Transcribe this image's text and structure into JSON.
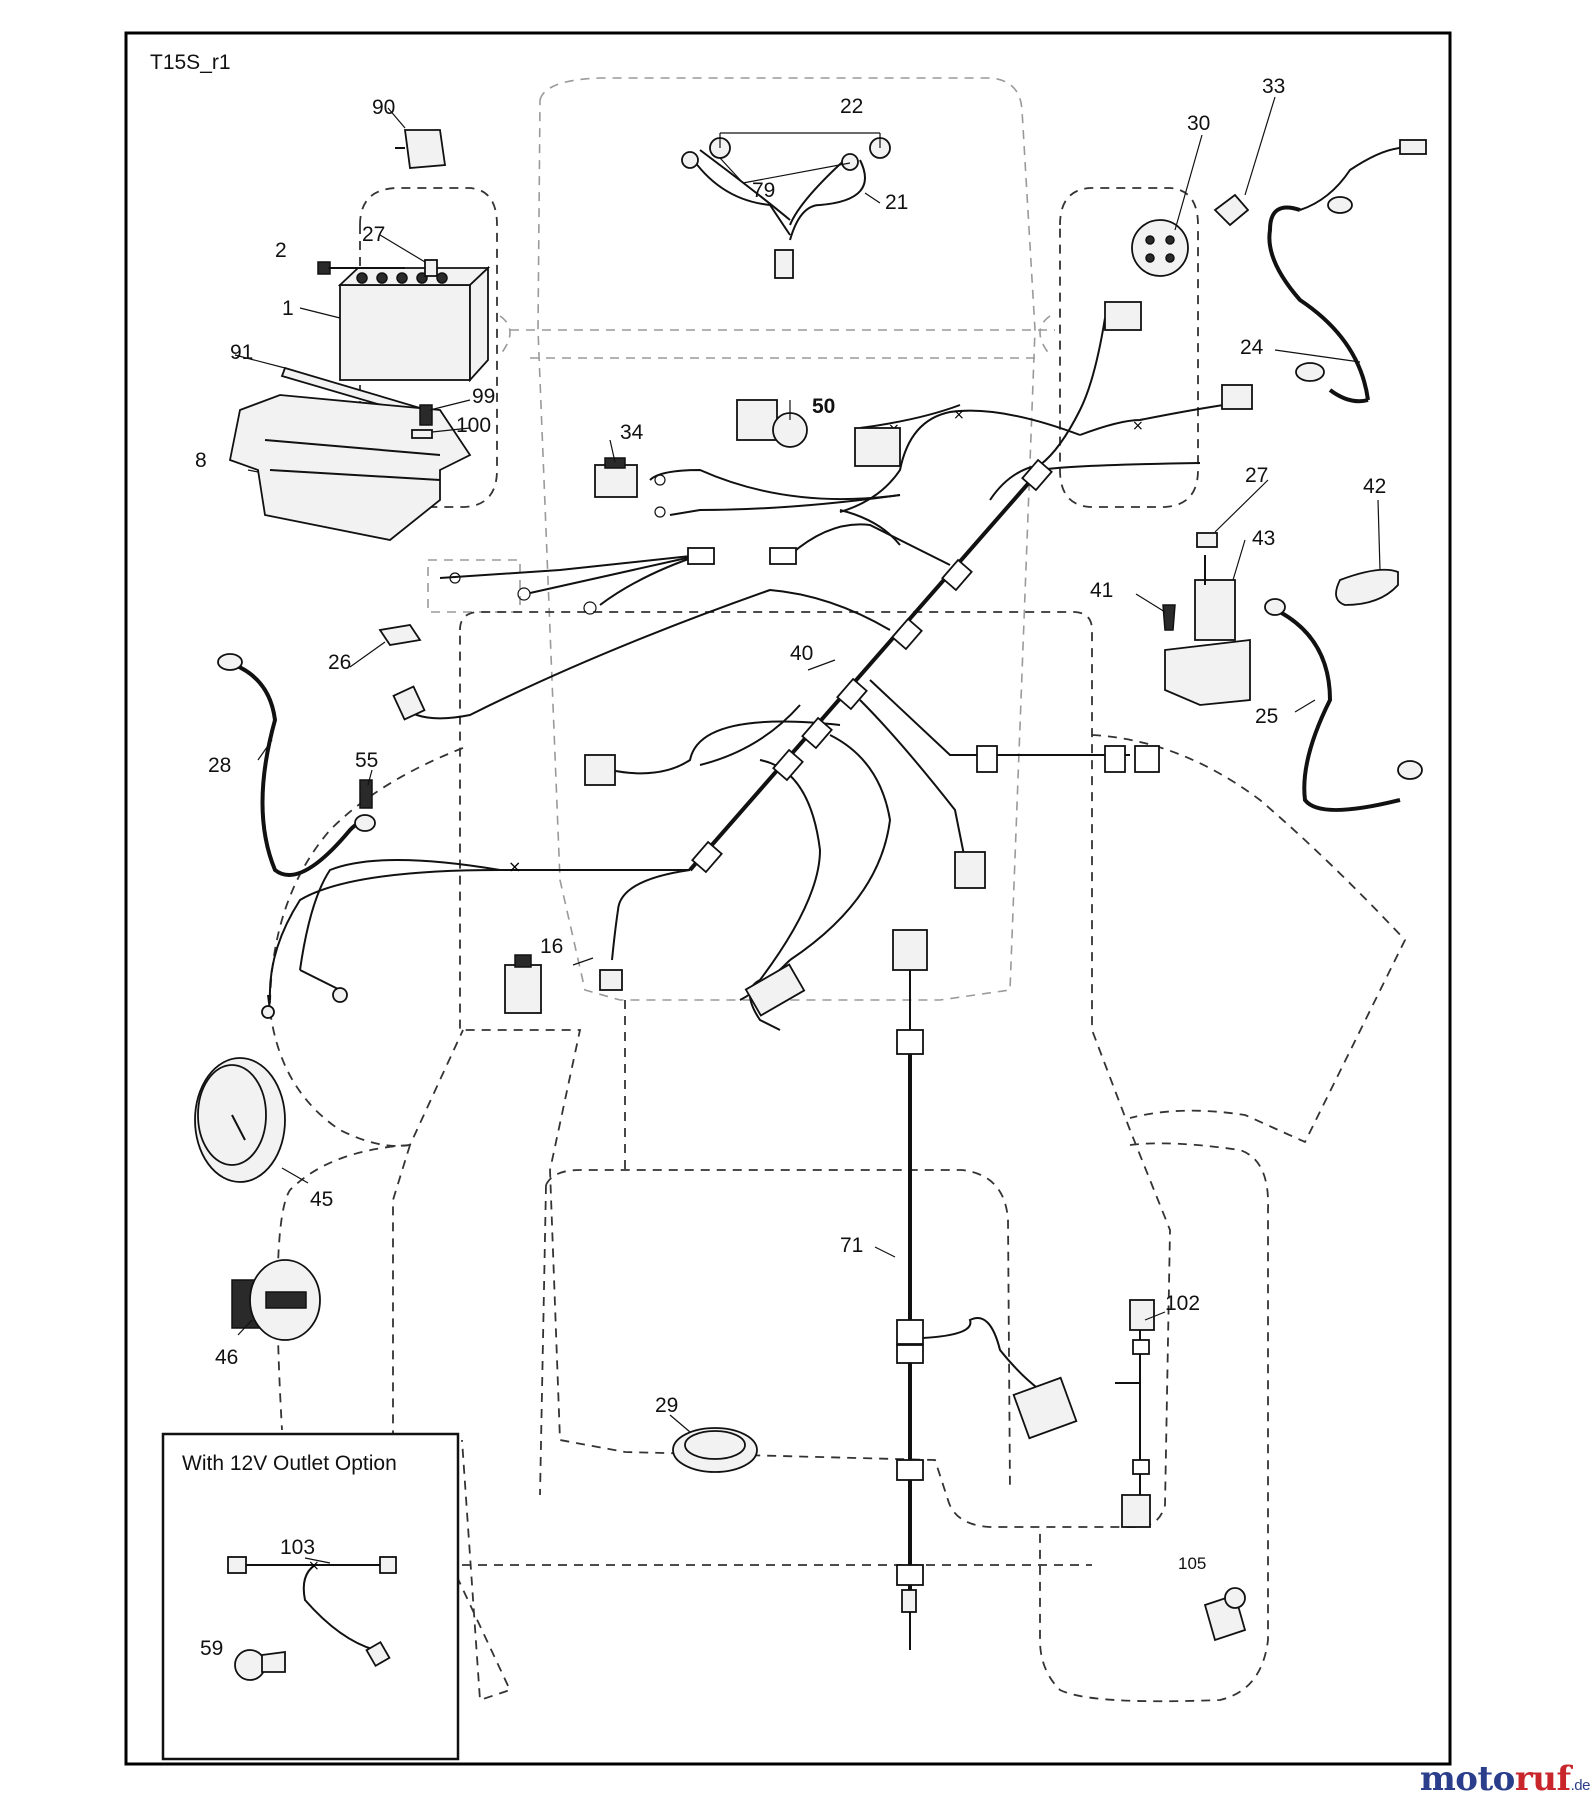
{
  "diagram_id": "T15S_r1",
  "option_box_title": "With 12V Outlet Option",
  "watermark": {
    "brand_main": "moto",
    "brand_accent": "ruf",
    "tld": ".de"
  },
  "labels": {
    "p1": "1",
    "p2": "2",
    "p8": "8",
    "p16": "16",
    "p21": "21",
    "p22": "22",
    "p24": "24",
    "p25": "25",
    "p26": "26",
    "p27a": "27",
    "p27b": "27",
    "p28": "28",
    "p29": "29",
    "p30": "30",
    "p33": "33",
    "p34": "34",
    "p40": "40",
    "p41": "41",
    "p42": "42",
    "p43": "43",
    "p45": "45",
    "p46": "46",
    "p50": "50",
    "p55": "55",
    "p59": "59",
    "p71": "71",
    "p79": "79",
    "p90": "90",
    "p91": "91",
    "p99": "99",
    "p100": "100",
    "p102": "102",
    "p103": "103",
    "p105": "105"
  }
}
